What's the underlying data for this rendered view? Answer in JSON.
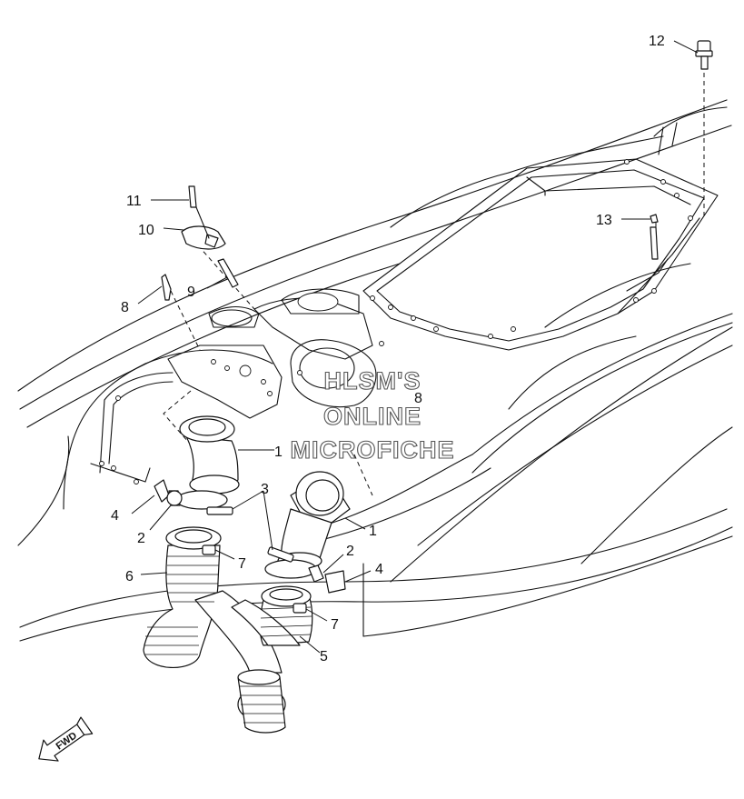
{
  "callouts": {
    "c1a": "1",
    "c1b": "1",
    "c2a": "2",
    "c2b": "2",
    "c3": "3",
    "c4a": "4",
    "c4b": "4",
    "c5": "5",
    "c6": "6",
    "c7a": "7",
    "c7b": "7",
    "c8a": "8",
    "c8b": "8",
    "c9": "9",
    "c10": "10",
    "c11": "11",
    "c12": "12",
    "c13": "13"
  },
  "watermark": {
    "line1": "HLSM'S",
    "line2": "ONLINE",
    "line3": "MICROFICHE"
  },
  "fwd_label": "FWD"
}
